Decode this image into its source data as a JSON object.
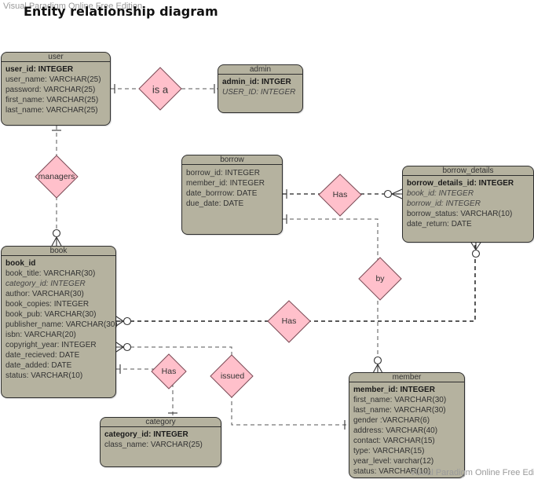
{
  "watermark": "Visual Paradigm Online Free Edition",
  "title": "Entity relationship diagram",
  "colors": {
    "entity_fill": "#b5b29f",
    "relationship_fill": "#ffc0cb",
    "border": "#2e2e2e"
  },
  "entities": {
    "user": {
      "name": "user",
      "attributes": [
        {
          "text": "user_id: INTEGER",
          "kind": "pk"
        },
        {
          "text": "user_name: VARCHAR(25)",
          "kind": "normal"
        },
        {
          "text": "password: VARCHAR(25)",
          "kind": "normal"
        },
        {
          "text": "first_name: VARCHAR(25)",
          "kind": "normal"
        },
        {
          "text": "last_name: VARCHAR(25)",
          "kind": "normal"
        }
      ]
    },
    "admin": {
      "name": "admin",
      "attributes": [
        {
          "text": "admin_id: INTGER",
          "kind": "pk"
        },
        {
          "text": "USER_ID: INTEGER",
          "kind": "fk"
        }
      ]
    },
    "borrow": {
      "name": "borrow",
      "attributes": [
        {
          "text": "borrow_id: INTEGER",
          "kind": "normal"
        },
        {
          "text": "member_id: INTEGER",
          "kind": "normal"
        },
        {
          "text": "date_borrrow: DATE",
          "kind": "normal"
        },
        {
          "text": "due_date: DATE",
          "kind": "normal"
        }
      ]
    },
    "borrow_details": {
      "name": "borrow_details",
      "attributes": [
        {
          "text": "borrow_details_id: INTEGER",
          "kind": "pk"
        },
        {
          "text": "book_id: INTEGER",
          "kind": "fk"
        },
        {
          "text": "borrow_id: INTEGER",
          "kind": "fk"
        },
        {
          "text": "borrow_status: VARCHAR(10)",
          "kind": "normal"
        },
        {
          "text": "date_return: DATE",
          "kind": "normal"
        }
      ]
    },
    "book": {
      "name": "book",
      "attributes": [
        {
          "text": "book_id",
          "kind": "pk"
        },
        {
          "text": "book_title: VARCHAR(30)",
          "kind": "normal"
        },
        {
          "text": "category_id: INTEGER",
          "kind": "fk"
        },
        {
          "text": "author: VARCHAR(30)",
          "kind": "normal"
        },
        {
          "text": "book_copies: INTEGER",
          "kind": "normal"
        },
        {
          "text": "book_pub: VARCHAR(30)",
          "kind": "normal"
        },
        {
          "text": "publisher_name: VARCHAR(30)",
          "kind": "normal"
        },
        {
          "text": "isbn: VARCHAR(20)",
          "kind": "normal"
        },
        {
          "text": "copyright_year: INTEGER",
          "kind": "normal"
        },
        {
          "text": "date_recieved: DATE",
          "kind": "normal"
        },
        {
          "text": "date_added: DATE",
          "kind": "normal"
        },
        {
          "text": "status: VARCHAR(10)",
          "kind": "normal"
        }
      ]
    },
    "category": {
      "name": "category",
      "attributes": [
        {
          "text": "category_id: INTEGER",
          "kind": "pk"
        },
        {
          "text": "class_name: VARCHAR(25)",
          "kind": "normal"
        }
      ]
    },
    "member": {
      "name": "member",
      "attributes": [
        {
          "text": "member_id: INTEGER",
          "kind": "pk"
        },
        {
          "text": "first_name: VARCHAR(30)",
          "kind": "normal"
        },
        {
          "text": "last_name: VARCHAR(30)",
          "kind": "normal"
        },
        {
          "text": "gender :VARCHAR(6)",
          "kind": "normal"
        },
        {
          "text": "address: VARCHAR(40)",
          "kind": "normal"
        },
        {
          "text": "contact: VARCHAR(15)",
          "kind": "normal"
        },
        {
          "text": "type: VARCHAR(15)",
          "kind": "normal"
        },
        {
          "text": "year_level: varchar(12)",
          "kind": "normal"
        },
        {
          "text": "status: VARCHAR(10)",
          "kind": "normal"
        }
      ]
    }
  },
  "relationships": {
    "is_a": {
      "label": "is a",
      "from": "user",
      "to": "admin",
      "from_cardinality": "one",
      "to_cardinality": "one"
    },
    "managers": {
      "label": "managers",
      "from": "user",
      "to": "book",
      "from_cardinality": "one",
      "to_cardinality": "zero-or-many"
    },
    "borrow_has": {
      "label": "Has",
      "from": "borrow",
      "to": "borrow_details",
      "from_cardinality": "one",
      "to_cardinality": "zero-or-many"
    },
    "by": {
      "label": "by",
      "from": "borrow",
      "to": "member",
      "from_cardinality": "one",
      "to_cardinality": "zero-or-many"
    },
    "book_has": {
      "label": "Has",
      "from": "book",
      "to": "borrow_details",
      "from_cardinality": "zero-or-many",
      "to_cardinality": "zero-or-many"
    },
    "category_has": {
      "label": "Has",
      "from": "book",
      "to": "category",
      "from_cardinality": "one",
      "to_cardinality": "one"
    },
    "issued": {
      "label": "issued",
      "from": "book",
      "to": "member",
      "from_cardinality": "zero-or-many",
      "to_cardinality": "one"
    }
  }
}
